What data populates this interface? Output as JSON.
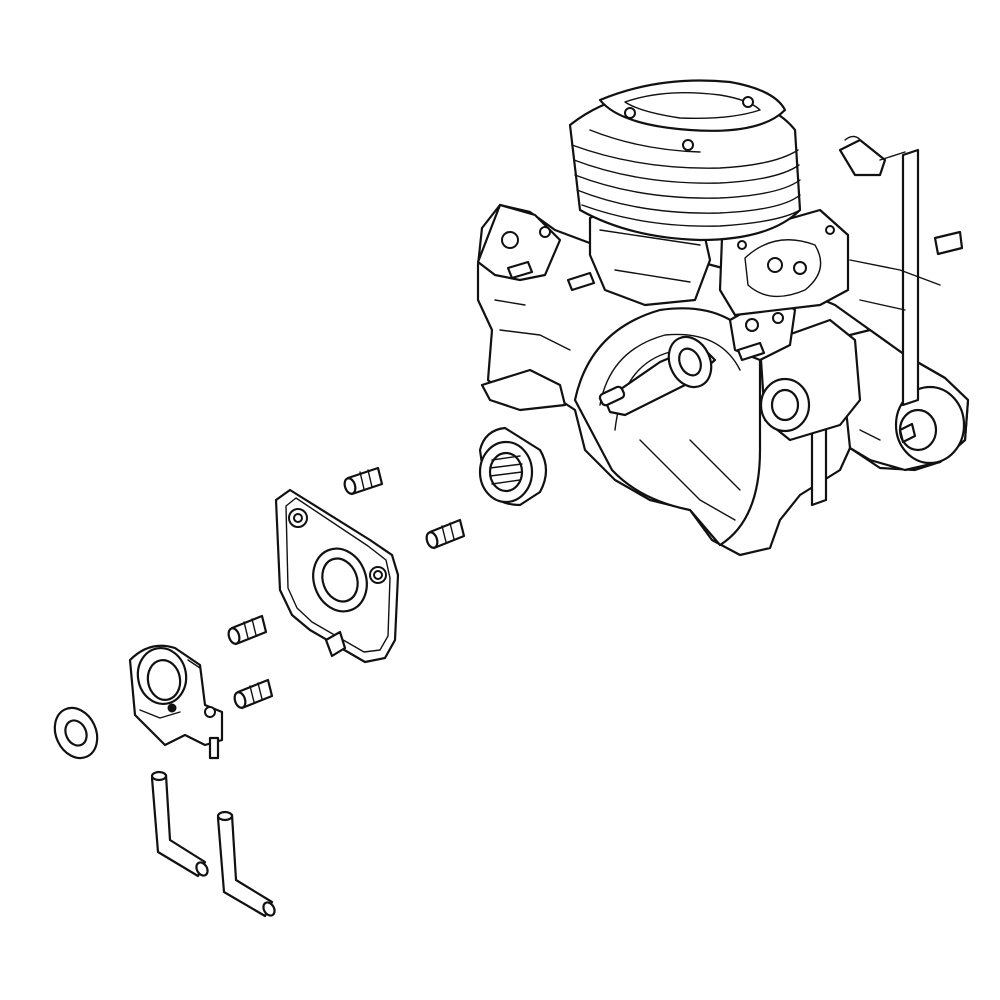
{
  "diagram": {
    "type": "exploded-parts-view",
    "background_color": "#ffffff",
    "line_color": "#111111",
    "parts": [
      {
        "name": "crankcase-engine-assembly"
      },
      {
        "name": "cylinder-head-fins"
      },
      {
        "name": "clutch-drum-pulley"
      },
      {
        "name": "oil-pump-gasket-plate"
      },
      {
        "name": "screw",
        "count": 4
      },
      {
        "name": "oil-pump"
      },
      {
        "name": "washer"
      },
      {
        "name": "oil-hose",
        "count": 2
      }
    ]
  }
}
